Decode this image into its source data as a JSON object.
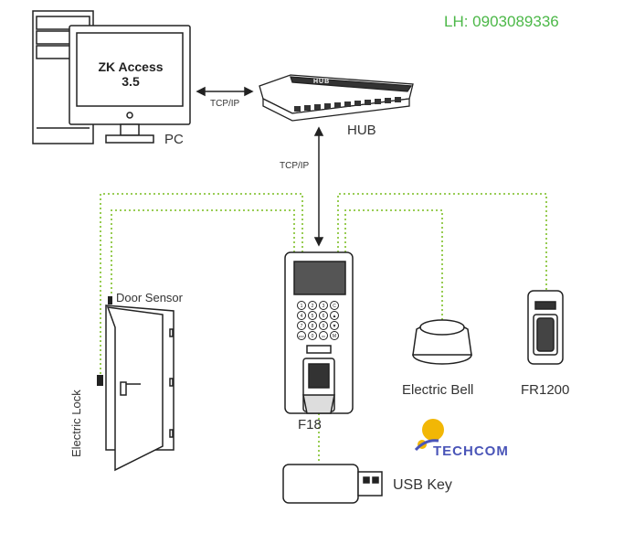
{
  "hotline": "LH: 0903089336",
  "devices": {
    "pc_screen_text": "ZK Access 3.5",
    "pc_label": "PC",
    "hub_label": "HUB",
    "hub_body_text": "HUB",
    "controller_label": "F18",
    "door_sensor_label": "Door Sensor",
    "electric_lock_label": "Electric Lock",
    "electric_bell_label": "Electric Bell",
    "reader_label": "FR1200",
    "usb_label": "USB Key"
  },
  "connections": {
    "pc_hub": "TCP/IP",
    "hub_controller": "TCP/IP"
  },
  "keypad_keys": [
    "1",
    "2",
    "3",
    "C",
    "4",
    "5",
    "6",
    "▲",
    "7",
    "8",
    "9",
    "▼",
    "ESC",
    "0",
    "OK",
    "M"
  ],
  "logo_text": "TECHCOM",
  "colors": {
    "hotline": "#4cb848",
    "wire": "#8cc63f",
    "logo_blue": "#4a55b8",
    "logo_yellow": "#f2b705"
  }
}
